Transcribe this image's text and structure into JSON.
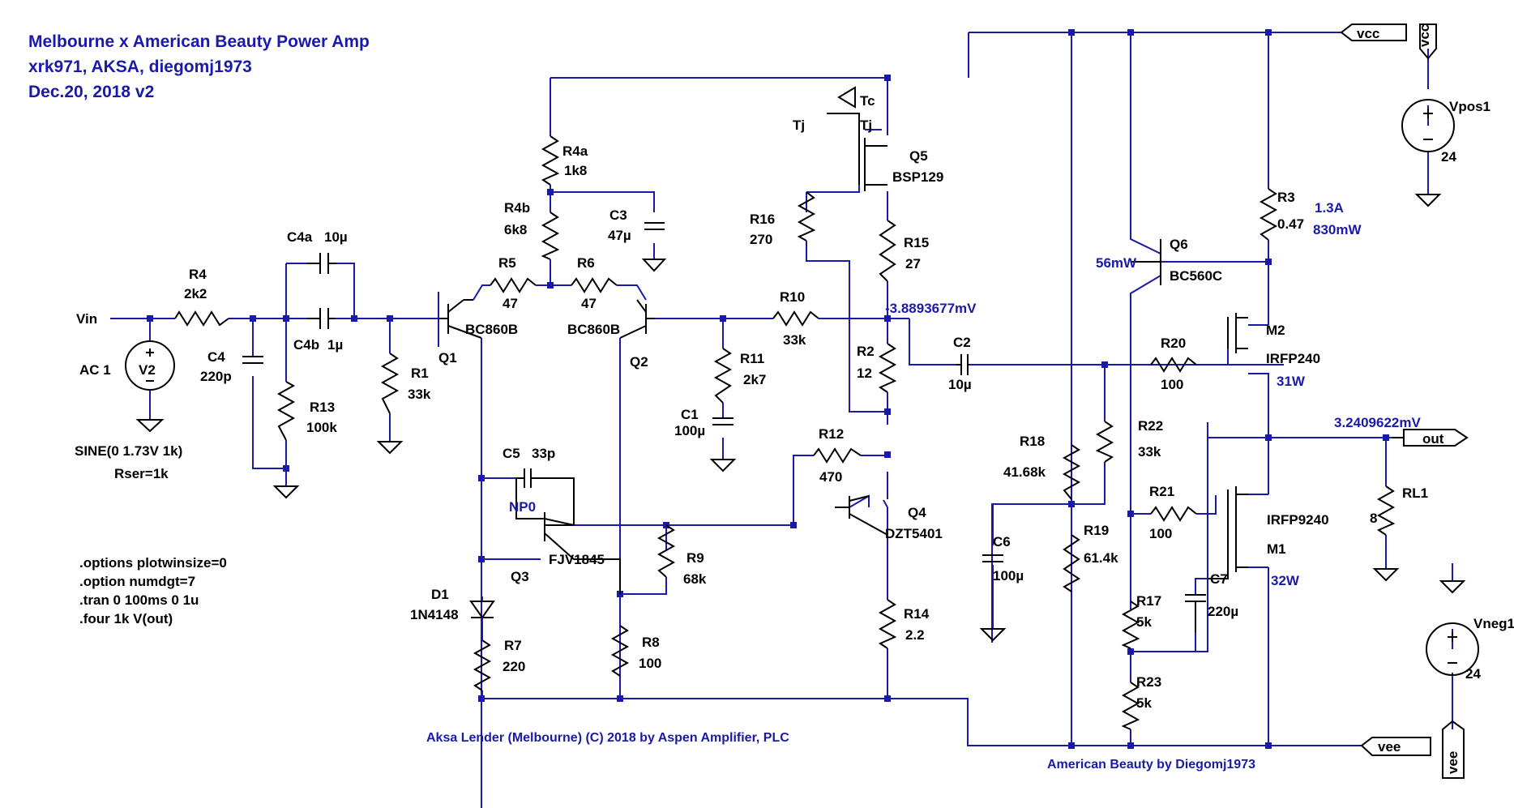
{
  "title": {
    "line1": "Melbourne x American Beauty Power Amp",
    "line2": "xrk971, AKSA, diegomj1973",
    "line3": "Dec.20, 2018  v2"
  },
  "directives": [
    ".options plotwinsize=0",
    ".option numdgt=7",
    ".tran 0 100ms 0 1u",
    ".four 1k V(out)"
  ],
  "footer": {
    "left": "Aksa Lender (Melbourne) (C) 2018 by Aspen Amplifier, PLC",
    "right": "American Beauty by Diegomj1973"
  },
  "nets": {
    "vin": "Vin",
    "vcc": "vcc",
    "vee": "vee",
    "out": "out",
    "tc": "Tc",
    "tj": "Tj"
  },
  "source": {
    "name": "V2",
    "value": "AC 1",
    "spec": "SINE(0  1.73V 1k)",
    "rser": "Rser=1k"
  },
  "supplies": {
    "pos": {
      "name": "Vpos1",
      "value": "24"
    },
    "neg": {
      "name": "Vneg1",
      "value": "24"
    }
  },
  "resistors": {
    "R4": "2k2",
    "R13": "100k",
    "R1": "33k",
    "R4a": "1k8",
    "R4b": "6k8",
    "R5": "47",
    "R6": "47",
    "R10": "33k",
    "R11": "2k7",
    "R16": "270",
    "R15": "27",
    "R2": "12",
    "R12": "470",
    "R9": "68k",
    "R7": "220",
    "R8": "100",
    "R14": "2.2",
    "R18": "41.68k",
    "R19": "61.4k",
    "R22": "33k",
    "R20": "100",
    "R21": "100",
    "R17": "5k",
    "R23": "5k",
    "R3": "0.47",
    "RL1": "8"
  },
  "capacitors": {
    "C4a": "10µ",
    "C4b": "1µ",
    "C4": "220p",
    "C3": "47µ",
    "C1": "100µ",
    "C5": "33p",
    "C2": "10µ",
    "C6": "100µ",
    "C7": "220µ"
  },
  "semis": {
    "Q1": "BC860B",
    "Q2": "BC860B",
    "Q3": "FJV1845",
    "Q4": "DZT5401",
    "Q5": "BSP129",
    "Q6": "BC560C",
    "M1": "IRFP9240",
    "M2": "IRFP240",
    "D1": "1N4148"
  },
  "annotations": {
    "np0": "NP0",
    "r10_voltage": "-3.8893677mV",
    "out_voltage": "3.2409622mV",
    "r3_current": "1.3A",
    "r3_power": "830mW",
    "q6_power": "56mW",
    "m2_power": "31W",
    "m1_power": "32W"
  },
  "colors": {
    "wire": "#1a1aaa",
    "component": "#000000",
    "annotation": "#1a1aaa",
    "background": "#ffffff"
  }
}
